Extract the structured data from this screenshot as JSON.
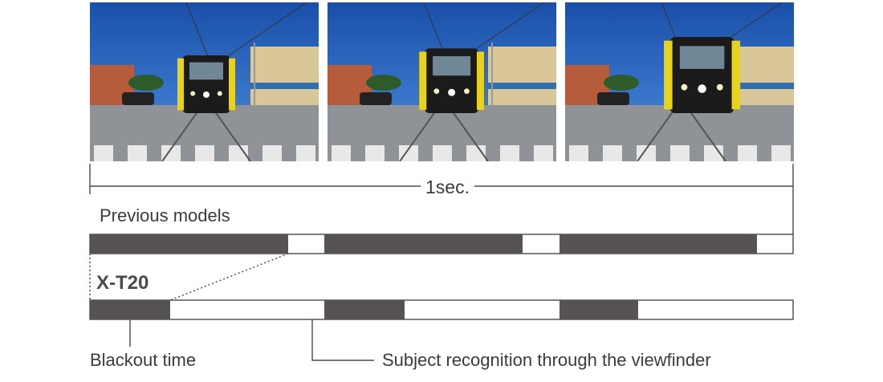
{
  "frames": [
    {
      "name": "frame-1",
      "scale": 1.0
    },
    {
      "name": "frame-2",
      "scale": 1.12
    },
    {
      "name": "frame-3",
      "scale": 1.32
    }
  ],
  "labels": {
    "duration": "1sec.",
    "previous_models": "Previous models",
    "model": "X-T20",
    "blackout": "Blackout time",
    "recognition": "Subject recognition through the viewfinder"
  },
  "colors": {
    "blackout_bar": "#575253",
    "outline": "#4a4a4a",
    "sky": "#1f5fb8",
    "train_yellow": "#e9d21b"
  },
  "chart_data": {
    "type": "timeline",
    "total_duration_sec": 1,
    "cycles": 3,
    "series": [
      {
        "name": "Previous models",
        "blackout_fraction_of_cycle": 0.84
      },
      {
        "name": "X-T20",
        "blackout_fraction_of_cycle": 0.34
      }
    ]
  }
}
